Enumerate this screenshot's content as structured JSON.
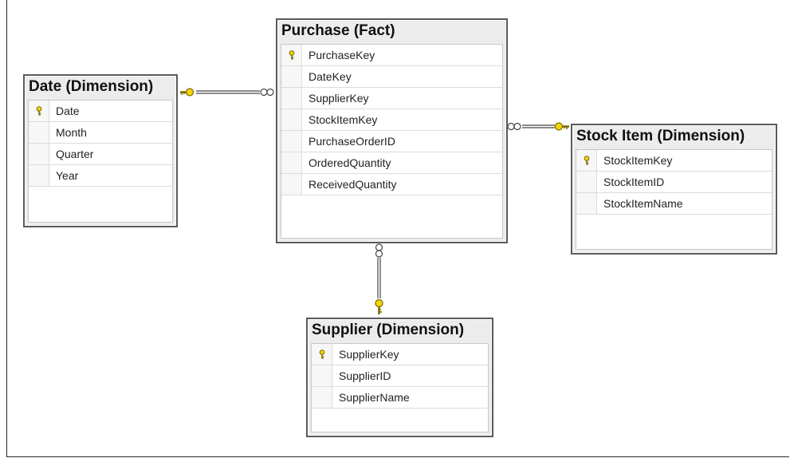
{
  "diagram": {
    "tables": {
      "purchase": {
        "title": "Purchase (Fact)",
        "columns": [
          {
            "name": "PurchaseKey",
            "primary_key": true
          },
          {
            "name": "DateKey",
            "primary_key": false
          },
          {
            "name": "SupplierKey",
            "primary_key": false
          },
          {
            "name": "StockItemKey",
            "primary_key": false
          },
          {
            "name": "PurchaseOrderID",
            "primary_key": false
          },
          {
            "name": "OrderedQuantity",
            "primary_key": false
          },
          {
            "name": "ReceivedQuantity",
            "primary_key": false
          }
        ]
      },
      "date": {
        "title": "Date (Dimension)",
        "columns": [
          {
            "name": "Date",
            "primary_key": true
          },
          {
            "name": "Month",
            "primary_key": false
          },
          {
            "name": "Quarter",
            "primary_key": false
          },
          {
            "name": "Year",
            "primary_key": false
          }
        ]
      },
      "stock_item": {
        "title": "Stock Item (Dimension)",
        "columns": [
          {
            "name": "StockItemKey",
            "primary_key": true
          },
          {
            "name": "StockItemID",
            "primary_key": false
          },
          {
            "name": "StockItemName",
            "primary_key": false
          }
        ]
      },
      "supplier": {
        "title": "Supplier (Dimension)",
        "columns": [
          {
            "name": "SupplierKey",
            "primary_key": true
          },
          {
            "name": "SupplierID",
            "primary_key": false
          },
          {
            "name": "SupplierName",
            "primary_key": false
          }
        ]
      }
    },
    "relationships": [
      {
        "from": "date",
        "to": "purchase",
        "one_end": "key-icon",
        "many_end": "infinity-icon"
      },
      {
        "from": "stock_item",
        "to": "purchase",
        "one_end": "key-icon",
        "many_end": "infinity-icon"
      },
      {
        "from": "supplier",
        "to": "purchase",
        "one_end": "key-icon",
        "many_end": "infinity-icon"
      }
    ],
    "colors": {
      "key_icon": "#f2d600",
      "key_icon_outline": "#7a6a00",
      "table_border": "#5a5a5a",
      "table_header_bg": "#ececec",
      "line": "#444444"
    }
  }
}
